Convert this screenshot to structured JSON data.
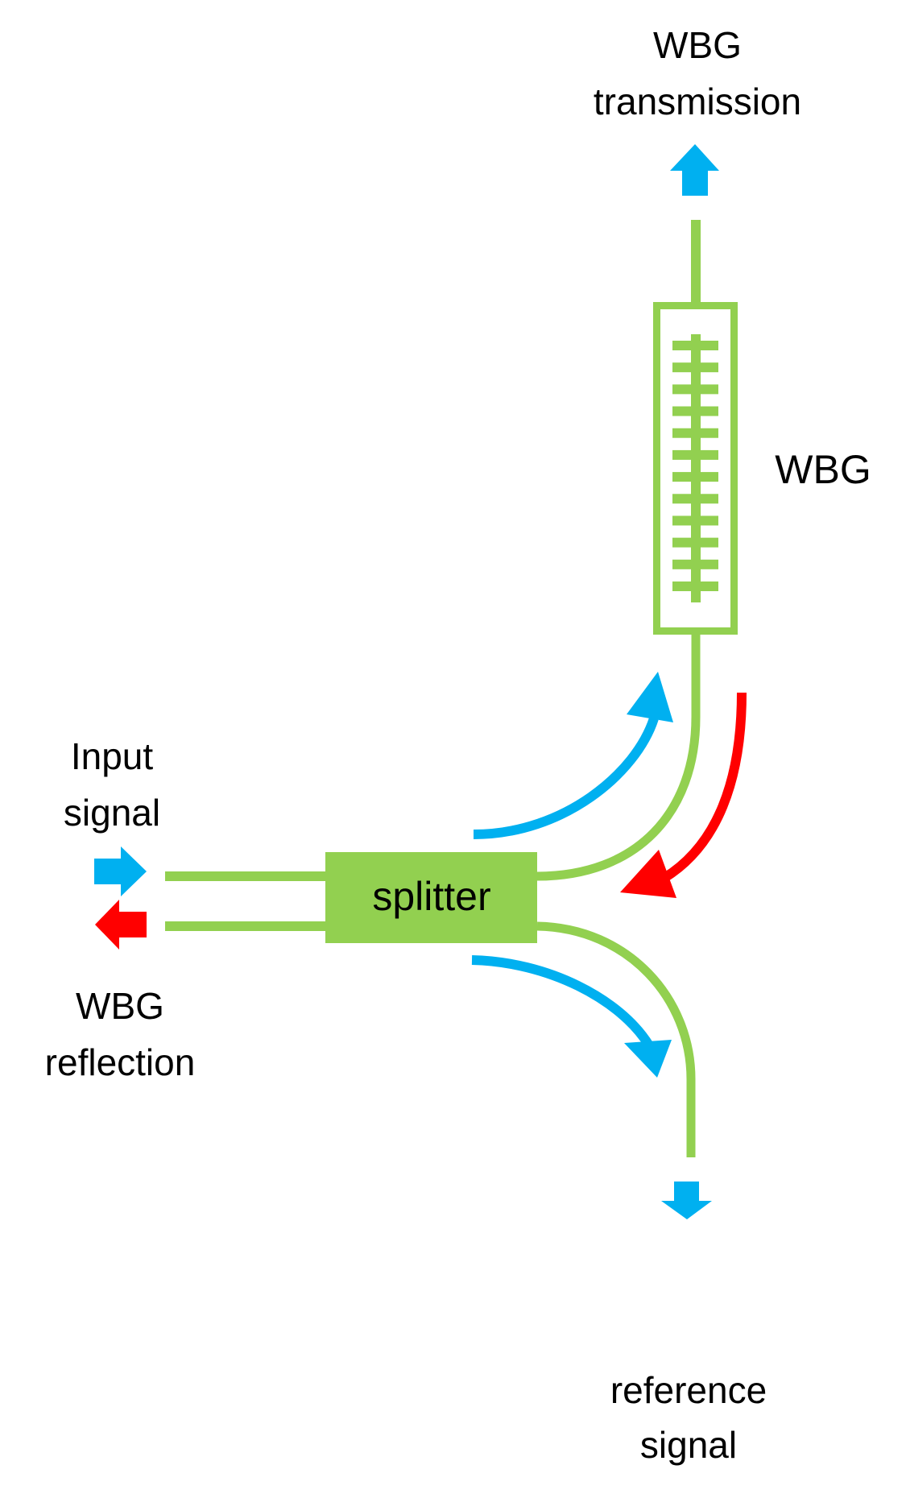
{
  "colors": {
    "waveguide": "#92d050",
    "forward_signal": "#00b0f0",
    "reflected_signal": "#ff0000",
    "text": "#000000",
    "background": "#ffffff"
  },
  "labels": {
    "wbg_transmission": [
      "WBG",
      "transmission"
    ],
    "wbg": "WBG",
    "input_signal": [
      "Input",
      "signal"
    ],
    "wbg_reflection": [
      "WBG",
      "reflection"
    ],
    "splitter": "splitter",
    "reference_signal": [
      "reference",
      "signal"
    ]
  },
  "grating": {
    "teeth_count": 12
  }
}
